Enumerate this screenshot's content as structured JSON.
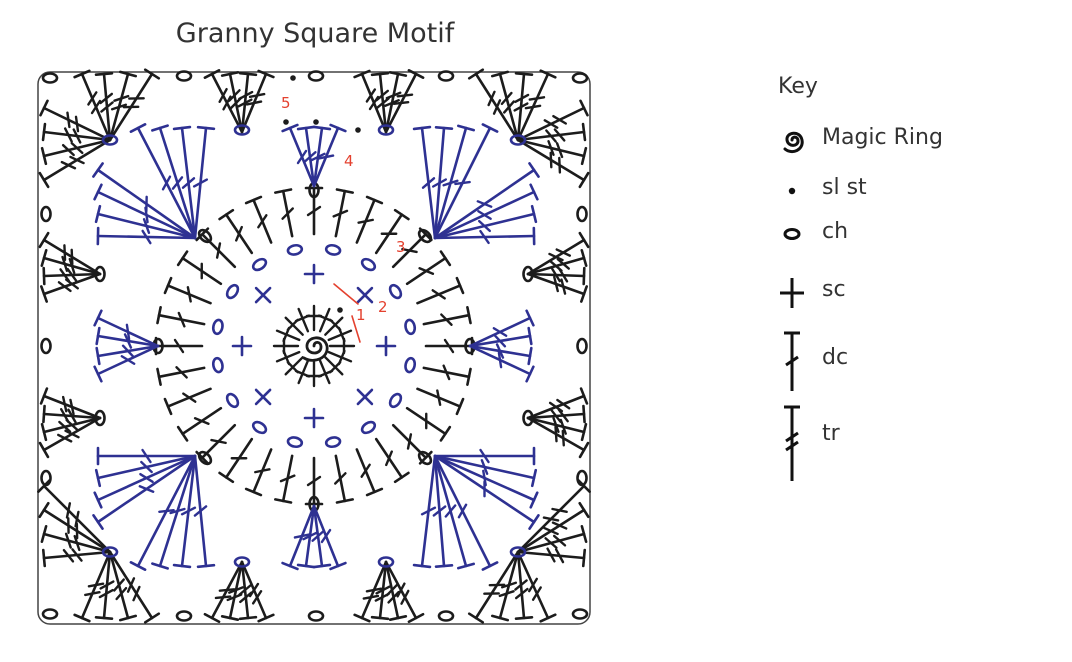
{
  "title": "Granny Square Motif",
  "round_numbers": [
    "1",
    "2",
    "3",
    "4",
    "5"
  ],
  "colors": {
    "black_rounds": "#1c1c1c",
    "blue_rounds": "#2e3192",
    "round_numbers": "#e4412f",
    "background": "#ffffff"
  },
  "key": {
    "title": "Key",
    "items": [
      {
        "symbol": "magic-ring-icon",
        "label": "Magic Ring"
      },
      {
        "symbol": "slip-stitch-icon",
        "label": "sl st"
      },
      {
        "symbol": "chain-icon",
        "label": "ch"
      },
      {
        "symbol": "single-crochet-icon",
        "label": "sc"
      },
      {
        "symbol": "double-crochet-icon",
        "label": "dc"
      },
      {
        "symbol": "treble-crochet-icon",
        "label": "tr"
      }
    ]
  }
}
